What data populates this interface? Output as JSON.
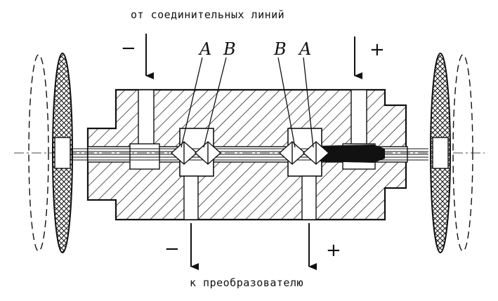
{
  "captions": {
    "top": "от соединительных линий",
    "bottom": "к преобразователю"
  },
  "labels": {
    "a_left": "A",
    "b_left": "B",
    "b_right": "B",
    "a_right": "A"
  },
  "signs": {
    "top_left": "−",
    "top_right": "+",
    "bottom_left": "−",
    "bottom_right": "+"
  },
  "colors": {
    "ink": "#111111",
    "paper": "#ffffff"
  }
}
